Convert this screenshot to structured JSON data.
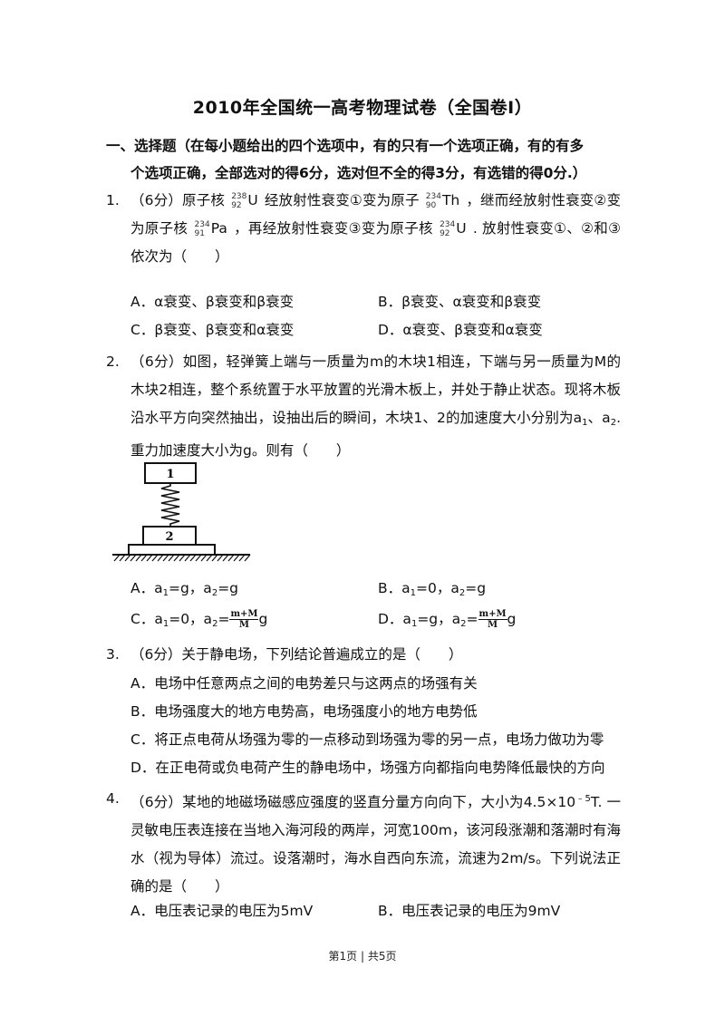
{
  "title": "2010年全国统一高考物理试卷（全国卷Ⅰ）",
  "section": {
    "line1": "一、选择题（在每小题给出的四个选项中，有的只有一个选项正确，有的有多",
    "line2": "个选项正确，全部选对的得6分，选对但不全的得3分，有选错的得0分.）"
  },
  "q1": {
    "num": "1.",
    "p1": "（6分）原子核",
    "n1": {
      "a": "238",
      "z": "92",
      "s": "U"
    },
    "p2": "经放射性衰变①变为原子",
    "n2": {
      "a": "234",
      "z": "90",
      "s": "Th"
    },
    "p3": "，继而经放射性衰变②变为原子核",
    "n3": {
      "a": "234",
      "z": "91",
      "s": "Pa"
    },
    "p4": "，再经放射性衰变③变为原子核",
    "n4": {
      "a": "234",
      "z": "92",
      "s": "U"
    },
    "p5": ". 放射性衰变①、②和③依次为（　　）",
    "options": {
      "A": "A．α衰变、β衰变和β衰变",
      "B": "B．β衰变、α衰变和β衰变",
      "C": "C．β衰变、β衰变和α衰变",
      "D": "D．α衰变、β衰变和α衰变"
    }
  },
  "q2": {
    "num": "2.",
    "p1": "（6分）如图，轻弹簧上端与一质量为m的木块1相连，下端与另一质量为M的木块2相连，整个系统置于水平放置的光滑木板上，并处于静止状态。现将木板沿水平方向突然抽出，设抽出后的瞬间，木块1、2的加速度大小分别为a",
    "s1": "1",
    "p2": "、a",
    "s2": "2",
    "p3": ". 重力加速度大小为g。则有（　　）",
    "figure": {
      "block1": "1",
      "block2": "2"
    },
    "options": {
      "A": {
        "pre": "A．a",
        "s1": "1",
        "m1": "=g，a",
        "s2": "2",
        "post": "=g"
      },
      "B": {
        "pre": "B．a",
        "s1": "1",
        "m1": "=0，a",
        "s2": "2",
        "post": "=g"
      },
      "C": {
        "pre": "C．a",
        "s1": "1",
        "m1": "=0，a",
        "s2": "2",
        "eq": "=",
        "ftop": "m+M",
        "fbot": "M",
        "post": "g"
      },
      "D": {
        "pre": "D．a",
        "s1": "1",
        "m1": "=g，a",
        "s2": "2",
        "eq": "=",
        "ftop": "m+M",
        "fbot": "M",
        "post": "g"
      }
    }
  },
  "q3": {
    "num": "3.",
    "p1": "（6分）关于静电场，下列结论普遍成立的是（　　）",
    "options": {
      "A": "A．电场中任意两点之间的电势差只与这两点的场强有关",
      "B": "B．电场强度大的地方电势高，电场强度小的地方电势低",
      "C": "C．将正点电荷从场强为零的一点移动到场强为零的另一点，电场力做功为零",
      "D": "D．在正电荷或负电荷产生的静电场中，场强方向都指向电势降低最快的方向"
    }
  },
  "q4": {
    "num": "4.",
    "p1": "（6分）某地的地磁场磁感应强度的竖直分量方向向下，大小为4.5×10",
    "sup": "﹣5",
    "p2": "T. 一灵敏电压表连接在当地入海河段的两岸，河宽100m，该河段涨潮和落潮时有海水（视为导体）流过。设落潮时，海水自西向东流，流速为2m/s。下列说法正确的是（　　）",
    "options": {
      "A": "A．电压表记录的电压为5mV",
      "B": "B．电压表记录的电压为9mV"
    }
  },
  "footer": "第1页 | 共5页"
}
